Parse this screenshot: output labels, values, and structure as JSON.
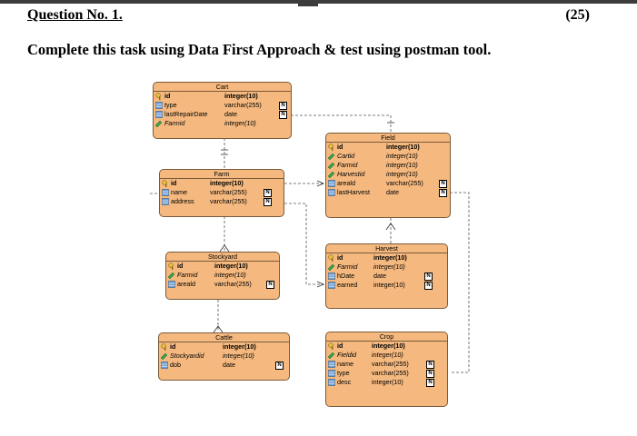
{
  "header": {
    "question": "Question No. 1.",
    "marks": "(25)",
    "instruction": "Complete this task using Data First Approach & test using postman tool."
  },
  "colors": {
    "entity_fill": "#f5b97f",
    "entity_border": "#7a5a3a"
  },
  "entities": {
    "cart": {
      "title": "Cart",
      "attrs": [
        {
          "name": "id",
          "type": "integer(10)",
          "icon": "primary-key-icon",
          "style": "bold",
          "null": ""
        },
        {
          "name": "type",
          "type": "varchar(255)",
          "icon": "column-icon",
          "style": "",
          "null": "N"
        },
        {
          "name": "lastRepairDate",
          "type": "date",
          "icon": "column-icon",
          "style": "",
          "null": "N"
        },
        {
          "name": "Farmid",
          "type": "integer(10)",
          "icon": "foreign-key-icon",
          "style": "ital",
          "null": ""
        }
      ]
    },
    "farm": {
      "title": "Farm",
      "attrs": [
        {
          "name": "id",
          "type": "integer(10)",
          "icon": "primary-key-icon",
          "style": "bold",
          "null": ""
        },
        {
          "name": "name",
          "type": "varchar(255)",
          "icon": "column-icon",
          "style": "",
          "null": "N"
        },
        {
          "name": "address",
          "type": "varchar(255)",
          "icon": "column-icon",
          "style": "",
          "null": "N"
        }
      ]
    },
    "stockyard": {
      "title": "Stockyard",
      "attrs": [
        {
          "name": "id",
          "type": "integer(10)",
          "icon": "primary-key-icon",
          "style": "bold",
          "null": ""
        },
        {
          "name": "Farmid",
          "type": "integer(10)",
          "icon": "foreign-key-icon",
          "style": "ital",
          "null": ""
        },
        {
          "name": "areald",
          "type": "varchar(255)",
          "icon": "column-icon",
          "style": "",
          "null": "N"
        }
      ]
    },
    "cattle": {
      "title": "Cattle",
      "attrs": [
        {
          "name": "id",
          "type": "integer(10)",
          "icon": "primary-key-icon",
          "style": "bold",
          "null": ""
        },
        {
          "name": "Stockyardid",
          "type": "integer(10)",
          "icon": "foreign-key-icon",
          "style": "ital",
          "null": ""
        },
        {
          "name": "dob",
          "type": "date",
          "icon": "column-icon",
          "style": "",
          "null": "N"
        }
      ]
    },
    "field": {
      "title": "Field",
      "attrs": [
        {
          "name": "id",
          "type": "integer(10)",
          "icon": "primary-key-icon",
          "style": "bold",
          "null": ""
        },
        {
          "name": "Cartid",
          "type": "integer(10)",
          "icon": "foreign-key-icon",
          "style": "ital",
          "null": ""
        },
        {
          "name": "Farmid",
          "type": "integer(10)",
          "icon": "foreign-key-icon",
          "style": "ital",
          "null": ""
        },
        {
          "name": "Harvestid",
          "type": "integer(10)",
          "icon": "foreign-key-icon",
          "style": "ital",
          "null": ""
        },
        {
          "name": "areald",
          "type": "varchar(255)",
          "icon": "column-icon",
          "style": "",
          "null": "N"
        },
        {
          "name": "lastHarvest",
          "type": "date",
          "icon": "column-icon",
          "style": "",
          "null": "N"
        }
      ]
    },
    "harvest": {
      "title": "Harvest",
      "attrs": [
        {
          "name": "id",
          "type": "integer(10)",
          "icon": "primary-key-icon",
          "style": "bold",
          "null": ""
        },
        {
          "name": "Farmid",
          "type": "integer(10)",
          "icon": "foreign-key-icon",
          "style": "ital",
          "null": ""
        },
        {
          "name": "hDate",
          "type": "date",
          "icon": "column-icon",
          "style": "",
          "null": "N"
        },
        {
          "name": "earned",
          "type": "integer(10)",
          "icon": "column-icon",
          "style": "",
          "null": "N"
        }
      ]
    },
    "crop": {
      "title": "Crop",
      "attrs": [
        {
          "name": "id",
          "type": "integer(10)",
          "icon": "primary-key-icon",
          "style": "bold",
          "null": ""
        },
        {
          "name": "Fieldid",
          "type": "integer(10)",
          "icon": "foreign-key-icon",
          "style": "ital",
          "null": ""
        },
        {
          "name": "name",
          "type": "varchar(255)",
          "icon": "column-icon",
          "style": "",
          "null": "N"
        },
        {
          "name": "type",
          "type": "varchar(255)",
          "icon": "column-icon",
          "style": "",
          "null": "N"
        },
        {
          "name": "desc",
          "type": "integer(10)",
          "icon": "column-icon",
          "style": "",
          "null": "N"
        }
      ]
    }
  }
}
